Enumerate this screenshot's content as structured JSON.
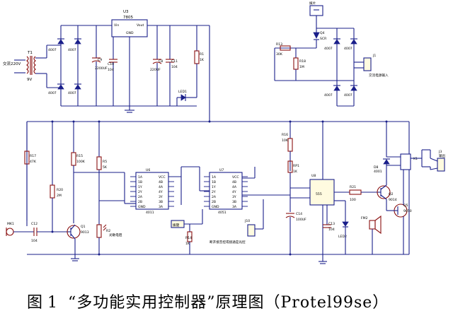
{
  "caption": {
    "figure_number": "图 1",
    "title": "“多功能实用控制器”原理图（Protel99se）"
  },
  "labels": {
    "power_in": "交流220V",
    "transformer": "T1",
    "secondary": "9V",
    "d_top_left_1": "4007",
    "d_top_left_2": "4007",
    "d_bot_left_1": "4007",
    "d_bot_left_2": "4007",
    "u3": "U3",
    "u3_part": "7805",
    "u3_vin": "Vin",
    "u3_vout": "Vout",
    "u3_gnd": "GND",
    "c9": "C9",
    "c9_val": "2200UF",
    "c10": "C10",
    "c10_val": "104",
    "c8": "C8",
    "c8_val": "220UF",
    "c11": "C11",
    "c11_val": "104",
    "r1": "R1",
    "r1_val": "1K",
    "led1": "LED1",
    "switch_top": "拨片",
    "q4": "Q4",
    "q4_part": "SCR",
    "r13": "R13",
    "r13_val": "30K",
    "r18": "R18",
    "r18_val": "1M",
    "d_top_right_1": "4007",
    "d_top_right_2": "4007",
    "d_bot_right_1": "4007",
    "d_bot_right_2": "4007",
    "j1": "J1",
    "j1_label": "交流电源输入",
    "r17": "R17",
    "r17_val": "47K",
    "r15": "R15",
    "r15_val": "100K",
    "r5": "R5",
    "r5_val": "5K",
    "r20": "R20",
    "r20_val": "2M",
    "mk1": "MK1",
    "c12": "C12",
    "c12_val": "104",
    "q1": "Q1",
    "q1_part": "9013",
    "r2": "R2",
    "r2_label": "光敏电阻",
    "u6": "U6",
    "u6_part": "4011",
    "u6_pins": [
      "1A",
      "1B",
      "1Y",
      "2Y",
      "2A",
      "2B",
      "GND",
      "VCC",
      "4B",
      "4A",
      "4Y",
      "3Y",
      "3B",
      "3A"
    ],
    "u7": "U7",
    "u7_part": "4051",
    "u7_pins": [
      "1A",
      "1B",
      "1Y",
      "2Y",
      "2A",
      "2B",
      "GND",
      "VCC",
      "4B",
      "4A",
      "4Y",
      "3Y",
      "3B",
      "3A"
    ],
    "sw_label": "拨键",
    "r14": "R14",
    "r14_val": "1K",
    "j10": "J10",
    "j10_label": "断开接音控或接通是光控",
    "r16": "R16",
    "r16_val": "10K",
    "rp1": "RP1",
    "rp1_val": "1K",
    "u8": "U8",
    "u8_part": "555",
    "c14": "C14",
    "c14_val": "100UF",
    "c13": "C13",
    "c13_val": "104",
    "led2": "LED2",
    "r21": "R21",
    "r21_val": "100",
    "fm2": "FM2",
    "q2": "Q2",
    "q2_part": "9014",
    "q5": "Q5",
    "q5_part": "9050",
    "d8": "D8",
    "d8_part": "4001",
    "k1": "K1",
    "j3": "J3",
    "j3_label": "输出"
  }
}
